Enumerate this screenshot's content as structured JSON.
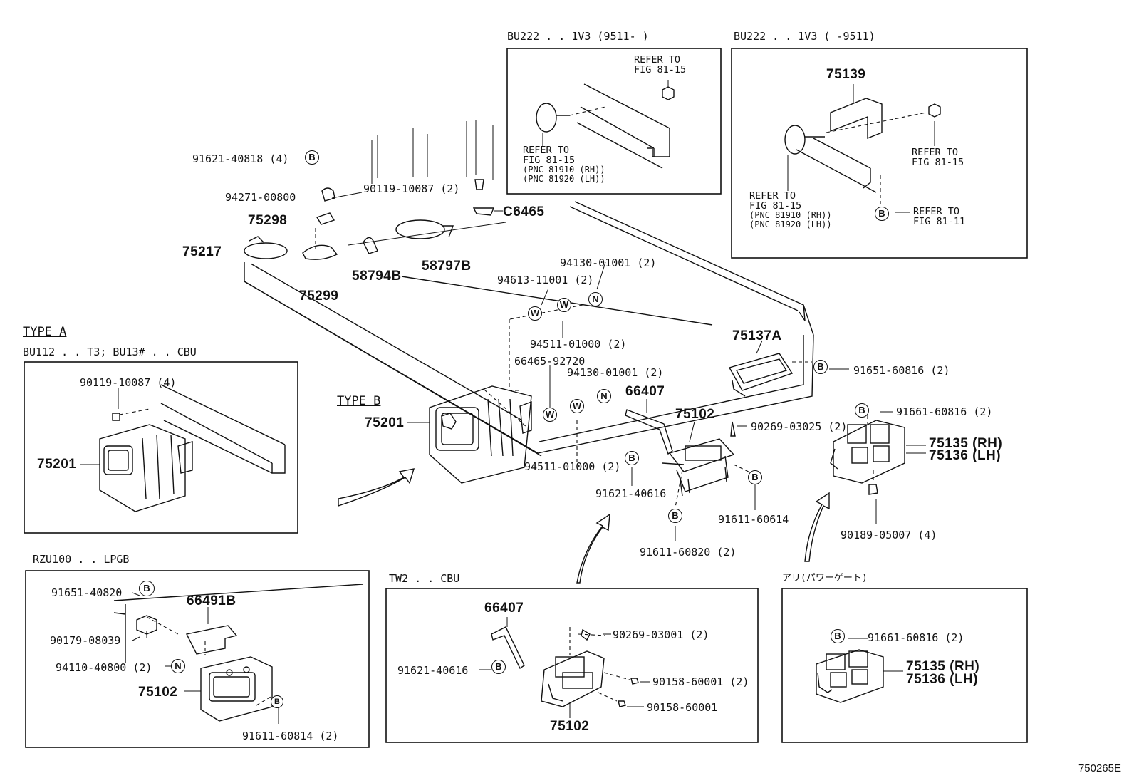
{
  "diagram_id": "750265E",
  "panels": {
    "p1v3_new": {
      "header": "BU222 . . 1V3 (9511-          )",
      "refer_top": [
        "REFER TO",
        "FIG 81-15"
      ],
      "refer_left": [
        "REFER TO",
        "FIG 81-15",
        "(PNC 81910 (RH))",
        "(PNC 81920 (LH))"
      ]
    },
    "p1v3_old": {
      "header": "BU222 . . 1V3 (          -9511)",
      "part": "75139",
      "refer_right": [
        "REFER TO",
        "FIG 81-15"
      ],
      "refer_left": [
        "REFER TO",
        "FIG 81-15",
        "(PNC 81910 (RH))",
        "(PNC 81920 (LH))"
      ],
      "refer_b": [
        "REFER TO",
        "FIG 81-11"
      ]
    },
    "type_a": {
      "title": "TYPE A",
      "header": "BU112 . . T3; BU13# . . CBU",
      "bolt": "90119-10087 (4)",
      "part": "75201"
    },
    "type_b": {
      "title": "TYPE B"
    },
    "rzu": {
      "header": "RZU100 . . LPGB",
      "labels": [
        "91651-40820",
        "66491B",
        "90179-08039",
        "94110-40800 (2)",
        "75102",
        "91611-60814 (2)"
      ]
    },
    "tw2": {
      "header": "TW2 . . CBU",
      "labels": [
        "66407",
        "90269-03001 (2)",
        "91621-40616",
        "90158-60001 (2)",
        "90158-60001",
        "75102"
      ]
    },
    "power_gate": {
      "header": "アリ(パワーゲート)",
      "labels": [
        "91661-60816 (2)",
        "75135 (RH)",
        "75136 (LH)"
      ]
    }
  },
  "main_labels": {
    "l1": "91621-40818 (4)",
    "l2": "94271-00800",
    "l3": "90119-10087 (2)",
    "l4": "75298",
    "l5": "C6465",
    "l6": "75217",
    "l7": "58794B",
    "l8": "58797B",
    "l9": "75299",
    "l10": "94130-01001 (2)",
    "l11": "94613-11001 (2)",
    "l12": "94511-01000 (2)",
    "l13": "75137A",
    "l14": "91651-60816 (2)",
    "l15": "66465-92720",
    "l16": "94130-01001 (2)",
    "l17": "75201",
    "l18": "66407",
    "l19": "75102",
    "l20": "90269-03025 (2)",
    "l21": "91661-60816 (2)",
    "l22": "75135 (RH)",
    "l23": "75136 (LH)",
    "l24": "94511-01000 (2)",
    "l25": "91621-40616",
    "l26": "91611-60614",
    "l27": "91611-60820 (2)",
    "l28": "90189-05007 (4)"
  },
  "symbols": {
    "b": "B",
    "w": "W",
    "n": "N"
  }
}
